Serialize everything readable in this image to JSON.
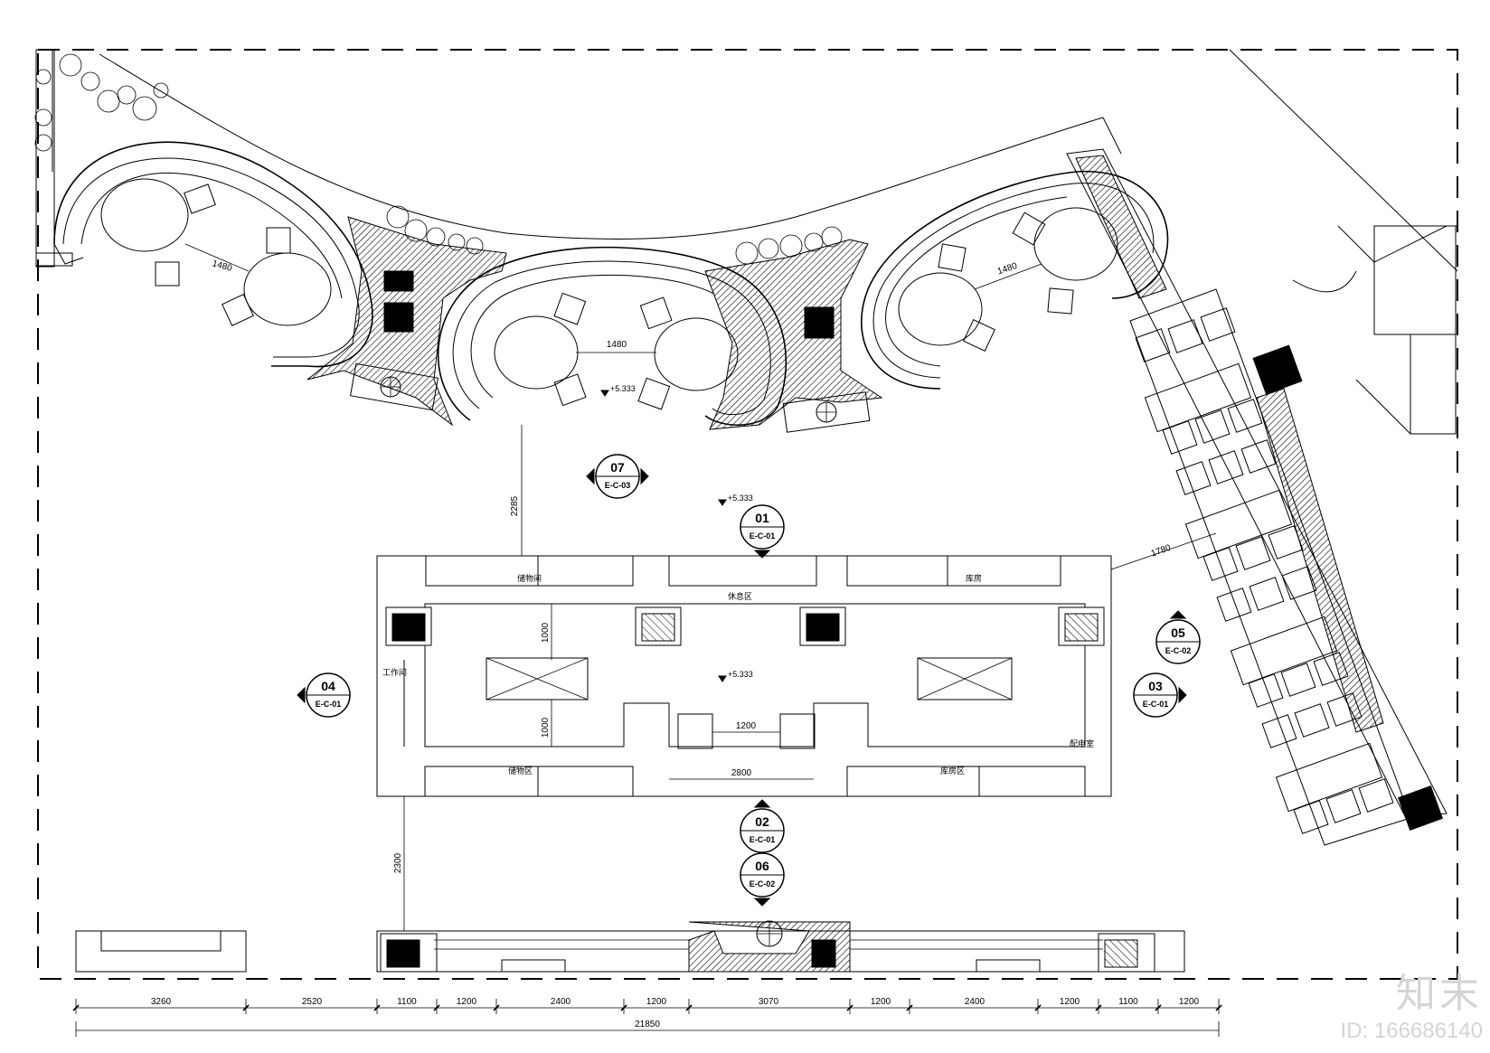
{
  "plan": {
    "dimensions": {
      "radius_left": "1480",
      "radius_center": "1480",
      "radius_right": "1480",
      "offset_top": "2285",
      "offset_right": "1780",
      "room_depth_upper": "1000",
      "room_depth_lower": "1000",
      "column_gap": "1200",
      "corridor_width": "2800",
      "offset_bottom": "2300"
    },
    "bottom_dimensions": [
      "3260",
      "2520",
      "1100",
      "1200",
      "2400",
      "1200",
      "3070",
      "1200",
      "2400",
      "1200",
      "1100",
      "1200"
    ],
    "total_dimension": "21850",
    "elevation_levels": [
      "+5.333",
      "+5.333",
      "+5.333"
    ],
    "room_labels": {
      "top_left": "储物间",
      "top_center": "休息区",
      "top_right": "库房",
      "left": "工作间",
      "bottom_left": "储物区",
      "bottom_right": "库房区",
      "right": "配电室"
    },
    "section_marks": [
      {
        "id": "07",
        "ref": "E-C-03"
      },
      {
        "id": "01",
        "ref": "E-C-01"
      },
      {
        "id": "04",
        "ref": "E-C-01"
      },
      {
        "id": "03",
        "ref": "E-C-01"
      },
      {
        "id": "05",
        "ref": "E-C-02"
      },
      {
        "id": "02",
        "ref": "E-C-01"
      },
      {
        "id": "06",
        "ref": "E-C-02"
      }
    ]
  },
  "watermark": {
    "logo": "知末",
    "id_text": "ID: 166686140"
  }
}
